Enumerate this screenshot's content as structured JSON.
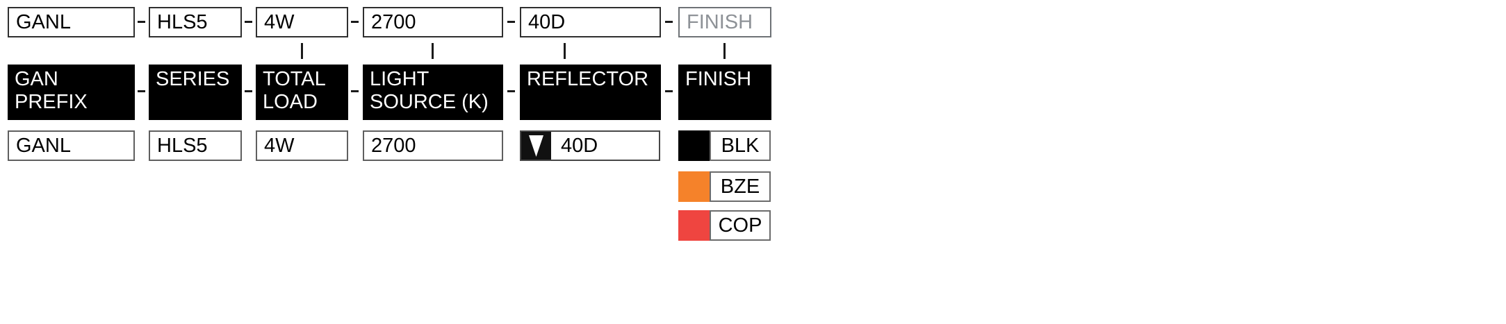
{
  "builder": {
    "columns": [
      {
        "key": "gan_prefix",
        "code": "GANL",
        "label_line1": "GAN",
        "label_line2": "PREFIX",
        "value": "GANL"
      },
      {
        "key": "series",
        "code": "HLS5",
        "label_line1": "SERIES",
        "label_line2": "",
        "value": "HLS5"
      },
      {
        "key": "total_load",
        "code": "4W",
        "label_line1": "TOTAL",
        "label_line2": "LOAD",
        "value": "4W"
      },
      {
        "key": "light_source",
        "code": "2700",
        "label_line1": "LIGHT",
        "label_line2": "SOURCE (K)",
        "value": "2700"
      },
      {
        "key": "reflector",
        "code": "40D",
        "label_line1": "REFLECTOR",
        "label_line2": "",
        "value": "40D"
      },
      {
        "key": "finish",
        "code": "FINISH",
        "label_line1": "FINISH",
        "label_line2": "",
        "value": ""
      }
    ],
    "finish_placeholder": "FINISH",
    "finish_options": [
      {
        "code": "BLK",
        "color": "#000000"
      },
      {
        "code": "BZE",
        "color": "#f5822a"
      },
      {
        "code": "COP",
        "color": "#ef4540"
      }
    ],
    "colors": {
      "placeholder_text": "#8e9297",
      "placeholder_border": "#6e7276",
      "header_bg": "#000000",
      "header_text": "#ffffff",
      "connector": "#1a1a1a",
      "swatch_blk": "#000000",
      "swatch_bze": "#f5822a",
      "swatch_cop": "#ef4540"
    }
  }
}
